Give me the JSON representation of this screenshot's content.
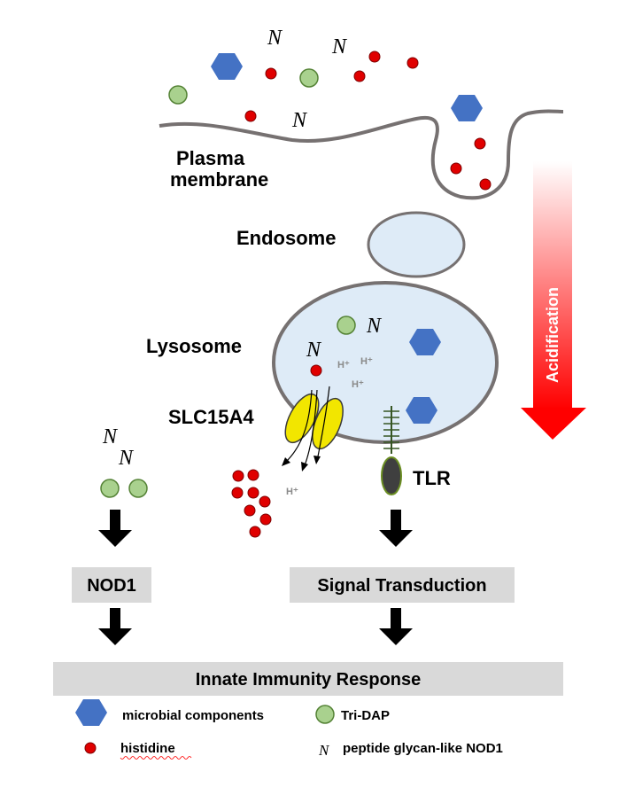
{
  "labels": {
    "plasma_membrane_line1": "Plasma",
    "plasma_membrane_line2": "membrane",
    "endosome": "Endosome",
    "lysosome": "Lysosome",
    "transporter": "SLC15A4",
    "receptor": "TLR",
    "acidification": "Acidification",
    "proton": "H⁺"
  },
  "boxes": {
    "nod1": "NOD1",
    "signal_transduction": "Signal Transduction",
    "innate_response": "Innate Immunity Response"
  },
  "legend": {
    "microbial_components": "microbial components",
    "tri_dap": "Tri-DAP",
    "histidine": "histidine",
    "peptidoglycan": "peptide glycan-like NOD1"
  },
  "peptide_glyph": "N",
  "colors": {
    "hexagon": "#4472c4",
    "tri_dap": "#a9d18e",
    "histidine": "#e00000",
    "organelle_fill": "#deebf7",
    "organelle_stroke": "#767171",
    "transporter": "#f2e600",
    "tlr": "#3f3f3f",
    "acidification_top": "#ffffff",
    "acidification_bottom": "#ff0000"
  }
}
